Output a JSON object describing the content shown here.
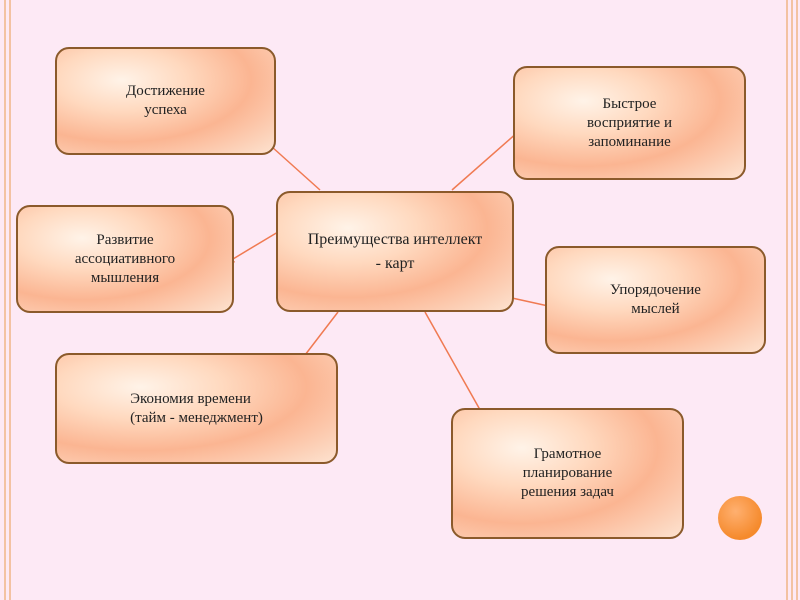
{
  "diagram": {
    "center": "Преимущества интеллект\n- карт",
    "nodes": {
      "achievement": "Достижение\nуспеха",
      "perception": "Быстрое\nвосприятие и\nзапоминание",
      "association": "Развитие\nассоциативного\nмышления",
      "ordering": "Упорядочение\nмыслей",
      "economy": "Экономия времени\n(тайм - менеджмент)",
      "planning": "Грамотное\nпланирование\nрешения задач"
    }
  },
  "colors": {
    "arrow": "#f07a52",
    "border": "#8b5a2b",
    "accent_circle": "#f58a2c"
  }
}
